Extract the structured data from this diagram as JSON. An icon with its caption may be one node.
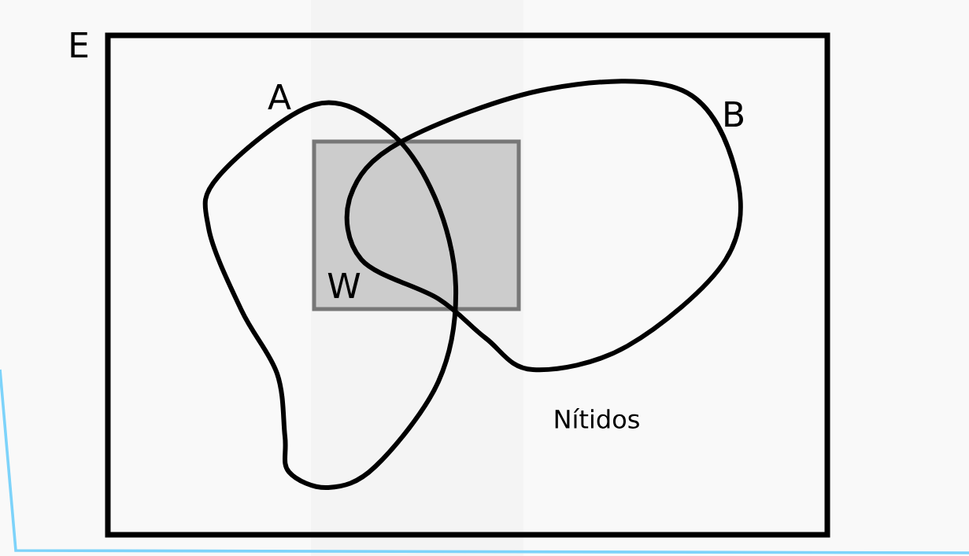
{
  "diagram": {
    "nodes": [
      {
        "text": [
          "E"
        ]
      },
      {
        "text": [
          "A"
        ],
        "in": 0
      },
      {
        "text": [
          "B"
        ],
        "in": 0
      },
      {
        "text": [
          "W"
        ],
        "in": 0
      }
    ],
    "labels": [
      "Nítidos"
    ]
  }
}
